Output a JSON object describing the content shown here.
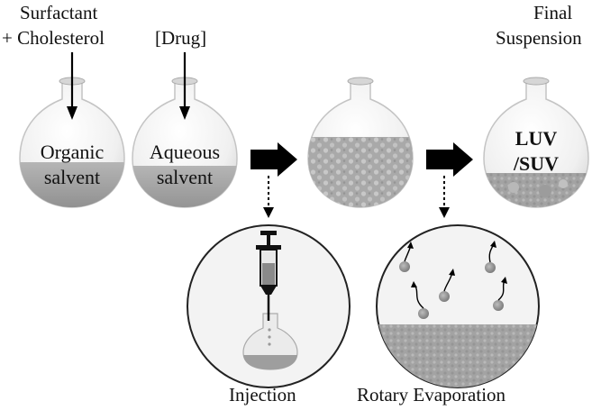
{
  "labels": {
    "surfactant_line1": "Surfactant",
    "surfactant_line2": "+ Cholesterol",
    "drug": "[Drug]",
    "final_line1": "Final",
    "final_line2": "Suspension",
    "flask1_line1": "Organic",
    "flask1_line2": "salvent",
    "flask2_line1": "Aqueous",
    "flask2_line2": "salvent",
    "flask4_line1": "LUV",
    "flask4_line2": "/SUV",
    "injection": "Injection",
    "rotary": "Rotary Evaporation"
  },
  "colors": {
    "flask_fill": "#f2f2f2",
    "flask_outline": "#bdbdbd",
    "liquid": "#9a9a9a",
    "particles": "#8d8d8d",
    "arrow": "#000000"
  },
  "icons": {
    "process_arrow": "arrow-right-icon",
    "dashed_arrow": "dashed-arrow-down-icon",
    "syringe": "syringe-icon",
    "vapor": "vapor-arrow-icon"
  }
}
